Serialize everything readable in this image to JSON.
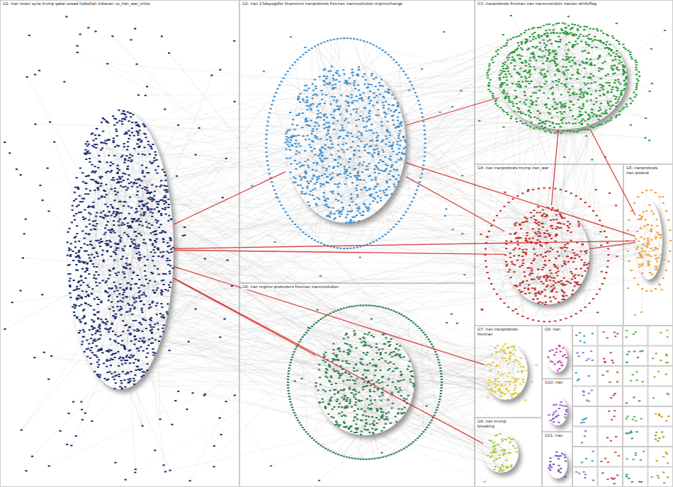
{
  "diagram": {
    "nodes": [
      {
        "text": [
          "G1: iran israel syria trump qatar assad hizbollah lebanon us_iran_war_crisis"
        ]
      },
      {
        "text": [
          "G2: iran 13daysgofor khamenei iranprotests freeiran iranrevolution regimechange"
        ]
      },
      {
        "text": [
          "G3: iranprotests freeiran iran iranrevolution iranian whiteflag"
        ]
      },
      {
        "text": [
          "G4: iran iranprotests trump iran_war"
        ]
      },
      {
        "text": [
          "G5: iranprotests iran protest"
        ]
      },
      {
        "text": [
          "G6: iran regime protesters freeiran iranrevolution"
        ]
      },
      {
        "text": [
          "G7: iran iranprotests freeiran"
        ]
      },
      {
        "text": [
          "G8: iran trump breaking"
        ]
      },
      {
        "text": [
          "G9: iran"
        ]
      },
      {
        "text": [
          "G10: iran"
        ]
      },
      {
        "text": [
          "G11: iran"
        ]
      }
    ],
    "edges": [
      {
        "from": 0,
        "to": 1,
        "arrow": "none"
      },
      {
        "from": 0,
        "to": 3,
        "arrow": "none"
      },
      {
        "from": 0,
        "to": 4,
        "arrow": "none"
      },
      {
        "from": 0,
        "to": 5,
        "arrow": "none"
      },
      {
        "from": 0,
        "to": 6,
        "arrow": "none"
      },
      {
        "from": 0,
        "to": 7,
        "arrow": "none"
      },
      {
        "from": 1,
        "to": 2,
        "arrow": "none"
      },
      {
        "from": 1,
        "to": 3,
        "arrow": "none"
      },
      {
        "from": 2,
        "to": 3,
        "arrow": "none"
      },
      {
        "from": 2,
        "to": 4,
        "arrow": "none"
      },
      {
        "from": 3,
        "to": 4,
        "arrow": "none"
      },
      {
        "from": 1,
        "to": 4,
        "arrow": "none"
      }
    ]
  }
}
